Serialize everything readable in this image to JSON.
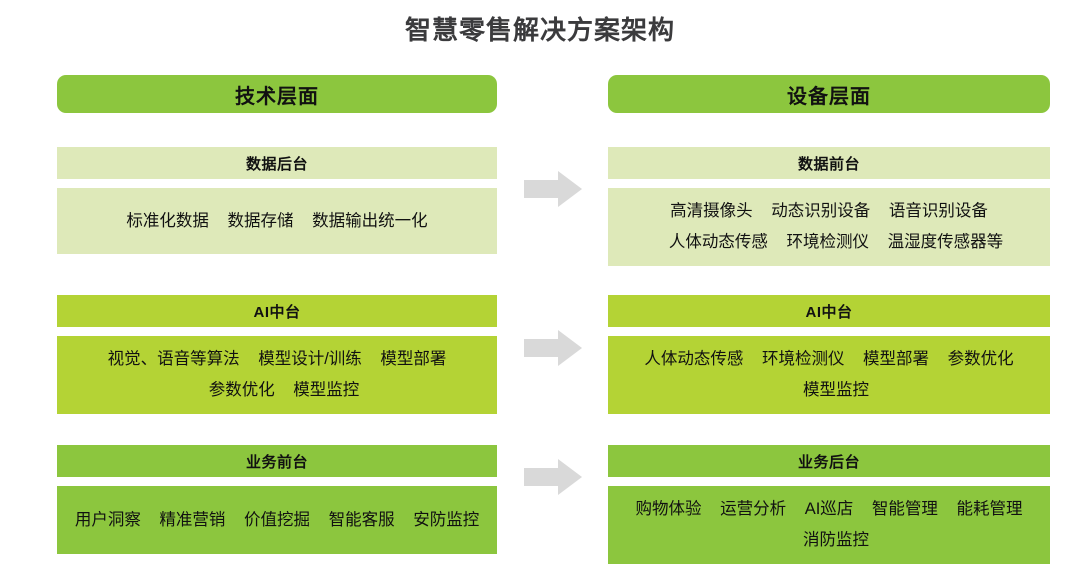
{
  "title": "智慧零售解决方案架构",
  "colors": {
    "header_green": "#8CC63E",
    "pale_green": "#DEE9B9",
    "mid_green": "#B4D335",
    "dark_green": "#8CC63E",
    "arrow_gray": "#D9D9D9",
    "title_text": "#3B3B3D"
  },
  "columns": [
    {
      "header": "技术层面",
      "groups": [
        {
          "title": "数据后台",
          "items": [
            "标准化数据",
            "数据存储",
            "数据输出统一化"
          ]
        },
        {
          "title": "AI中台",
          "items": [
            "视觉、语音等算法",
            "模型设计/训练",
            "模型部署",
            "参数优化",
            "模型监控"
          ]
        },
        {
          "title": "业务前台",
          "items": [
            "用户洞察",
            "精准营销",
            "价值挖掘",
            "智能客服",
            "安防监控"
          ]
        }
      ]
    },
    {
      "header": "设备层面",
      "groups": [
        {
          "title": "数据前台",
          "items": [
            "高清摄像头",
            "动态识别设备",
            "语音识别设备",
            "人体动态传感",
            "环境检测仪",
            "温湿度传感器等"
          ]
        },
        {
          "title": "AI中台",
          "items": [
            "人体动态传感",
            "环境检测仪",
            "模型部署",
            "参数优化",
            "模型监控"
          ]
        },
        {
          "title": "业务后台",
          "items": [
            "购物体验",
            "运营分析",
            "AI巡店",
            "智能管理",
            "能耗管理",
            "消防监控"
          ]
        }
      ]
    }
  ],
  "arrows": [
    {
      "name": "arrow-data-layer",
      "direction": "right"
    },
    {
      "name": "arrow-ai-layer",
      "direction": "right"
    },
    {
      "name": "arrow-business-layer",
      "direction": "right"
    }
  ]
}
